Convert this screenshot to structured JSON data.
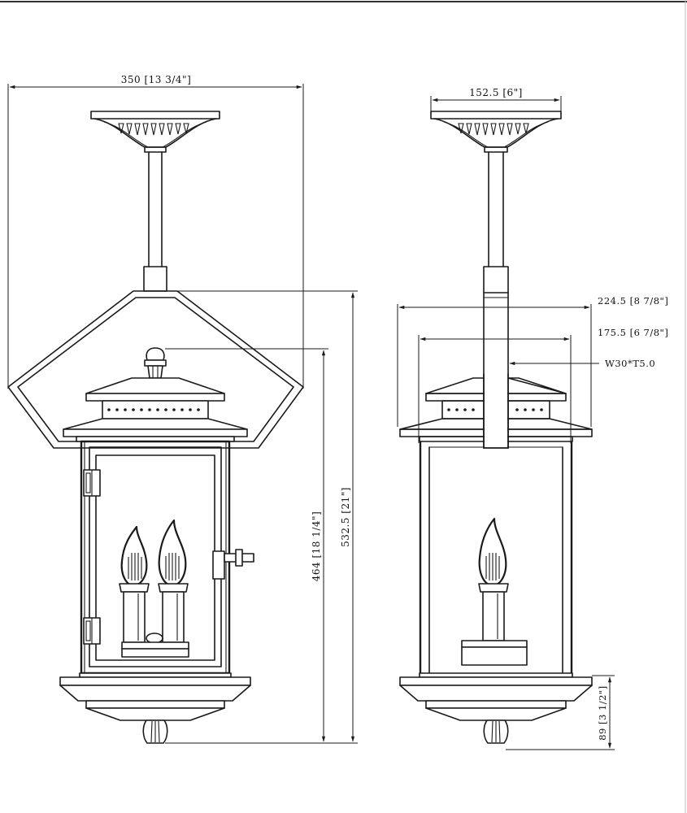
{
  "dimensions": {
    "overall_width": "350 [13 3/4\"]",
    "canopy_width": "152.5 [6\"]",
    "body_width_outer": "224.5 [8 7/8\"]",
    "body_width_inner": "175.5 [6 7/8\"]",
    "bracket_size": "W30*T5.0",
    "body_height": "464 [18 1/4\"]",
    "overall_height": "532.5 [21\"]",
    "bottom_height": "89 [3 1/2\"]"
  }
}
